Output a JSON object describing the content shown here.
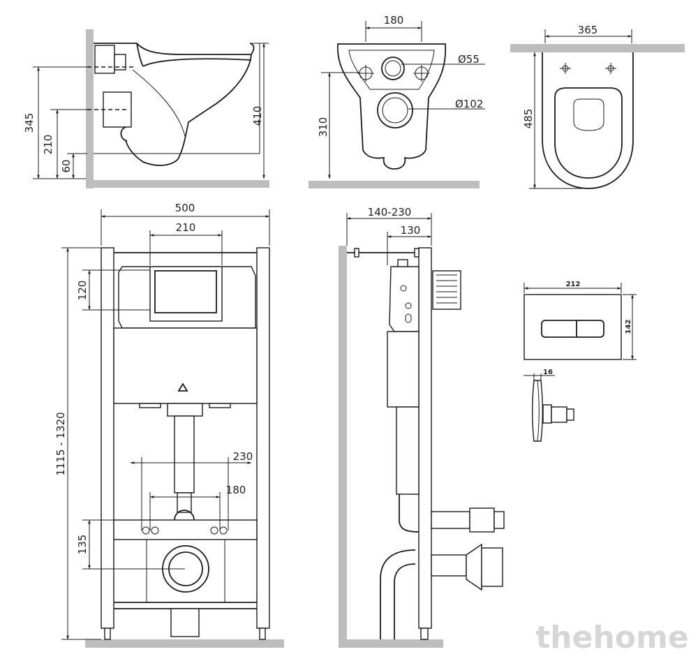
{
  "views": {
    "side": {
      "dims": [
        "345",
        "210",
        "60",
        "410"
      ]
    },
    "front": {
      "dims": [
        "180",
        "Ø55",
        "Ø102",
        "310"
      ]
    },
    "top": {
      "dims": [
        "365",
        "485"
      ]
    },
    "frame_front": {
      "dims": [
        "500",
        "210",
        "120",
        "1115 - 1320",
        "230",
        "180",
        "135"
      ]
    },
    "frame_side": {
      "dims": [
        "140-230",
        "130"
      ]
    },
    "plate": {
      "dims": [
        "212",
        "142",
        "16"
      ]
    }
  },
  "watermark": "thehome"
}
